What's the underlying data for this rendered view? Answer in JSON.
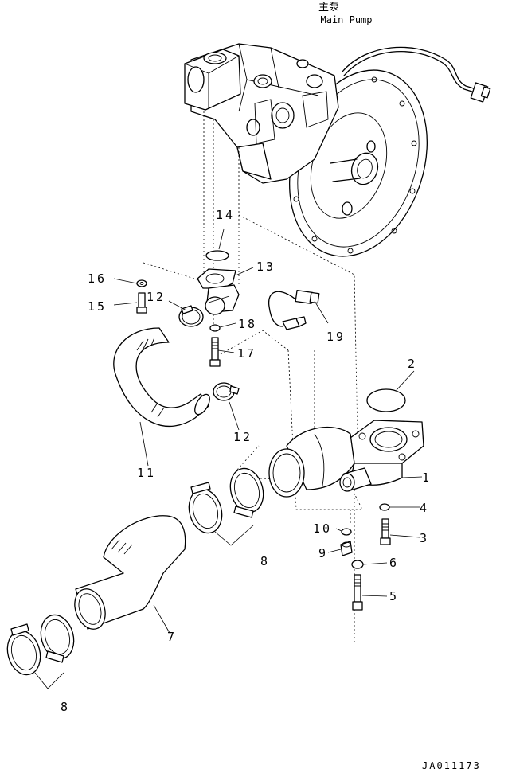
{
  "header": {
    "title_cn": "主泵",
    "title_en": "Main Pump"
  },
  "drawing_code": "JA011173",
  "callouts": {
    "c1": "1",
    "c2": "2",
    "c3": "3",
    "c4": "4",
    "c5": "5",
    "c6": "6",
    "c7": "7",
    "c8a": "8",
    "c8b": "8",
    "c9": "9",
    "c10": "10",
    "c11": "11",
    "c12a": "12",
    "c12b": "12",
    "c13": "13",
    "c14": "14",
    "c15": "15",
    "c16": "16",
    "c17": "17",
    "c18": "18",
    "c19": "19"
  }
}
